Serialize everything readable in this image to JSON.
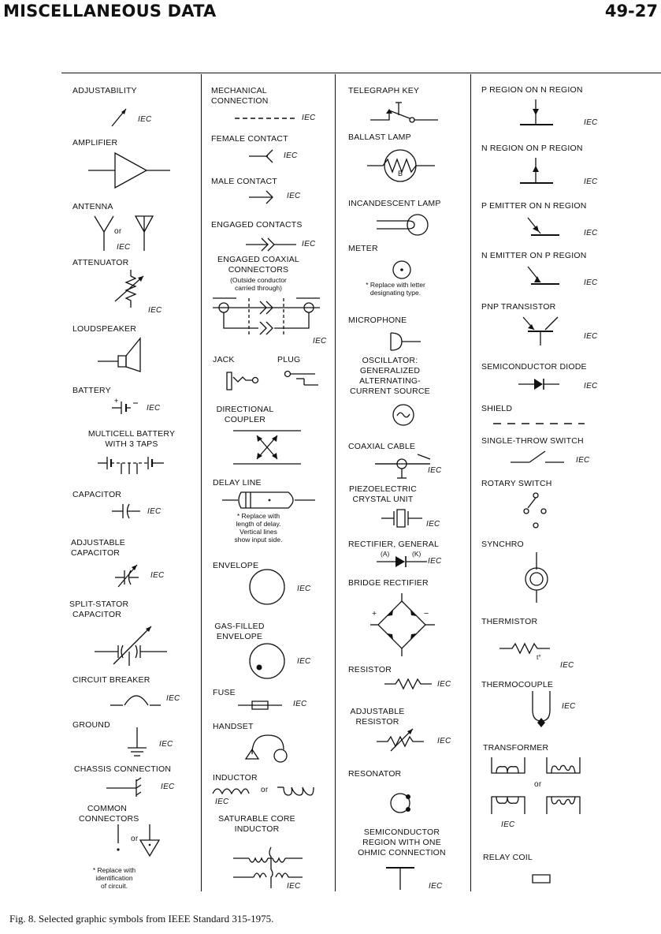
{
  "header": {
    "title": "MISCELLANEOUS DATA",
    "page": "49-27"
  },
  "caption": "Fig. 8. Selected graphic symbols from IEEE Standard 315-1975.",
  "iec": "IEC",
  "or": "or",
  "col1": {
    "adjustability": "ADJUSTABILITY",
    "amplifier": "AMPLIFIER",
    "antenna": "ANTENNA",
    "attenuator": "ATTENUATOR",
    "loudspeaker": "LOUDSPEAKER",
    "battery": "BATTERY",
    "multicell": "MULTICELL BATTERY\nWITH 3 TAPS",
    "capacitor": "CAPACITOR",
    "adj_capacitor": "ADJUSTABLE\nCAPACITOR",
    "split_stator": "SPLIT-STATOR\nCAPACITOR",
    "breaker": "CIRCUIT BREAKER",
    "ground": "GROUND",
    "chassis": "CHASSIS CONNECTION",
    "common": "COMMON\nCONNECTORS",
    "common_note": "* Replace with\nidentification\nof circuit."
  },
  "col2": {
    "mechanical": "MECHANICAL\nCONNECTION",
    "female": "FEMALE CONTACT",
    "male": "MALE CONTACT",
    "engaged": "ENGAGED CONTACTS",
    "coax": "ENGAGED COAXIAL\nCONNECTORS",
    "coax_note": "(Outside conductor\ncarried through)",
    "jack": "JACK",
    "plug": "PLUG",
    "directional": "DIRECTIONAL\nCOUPLER",
    "delay": "DELAY LINE",
    "delay_note": "* Replace with\nlength of delay.\nVertical lines\nshow input side.",
    "envelope": "ENVELOPE",
    "gas": "GAS-FILLED\nENVELOPE",
    "fuse": "FUSE",
    "handset": "HANDSET",
    "inductor": "INDUCTOR",
    "saturable": "SATURABLE CORE\nINDUCTOR"
  },
  "col3": {
    "telegraph": "TELEGRAPH KEY",
    "ballast": "BALLAST LAMP",
    "ballast_b": "B",
    "incandescent": "INCANDESCENT LAMP",
    "meter": "METER",
    "meter_note": "* Replace with letter\ndesignating type.",
    "microphone": "MICROPHONE",
    "oscillator": "OSCILLATOR:\nGENERALIZED\nALTERNATING-\nCURRENT SOURCE",
    "coaxial": "COAXIAL CABLE",
    "piezo": "PIEZOELECTRIC\nCRYSTAL UNIT",
    "rectifier": "RECTIFIER, GENERAL",
    "rect_a": "(A)",
    "rect_k": "(K)",
    "bridge": "BRIDGE RECTIFIER",
    "plus": "+",
    "minus": "−",
    "resistor": "RESISTOR",
    "adj_resistor": "ADJUSTABLE\nRESISTOR",
    "resonator": "RESONATOR",
    "semiconductor": "SEMICONDUCTOR\nREGION WITH ONE\nOHMIC CONNECTION"
  },
  "col4": {
    "p_on_n": "P REGION ON N REGION",
    "n_on_p": "N REGION ON P REGION",
    "p_emitter": "P EMITTER ON N REGION",
    "n_emitter": "N EMITTER ON P REGION",
    "pnp": "PNP TRANSISTOR",
    "diode": "SEMICONDUCTOR DIODE",
    "shield": "SHIELD",
    "switch": "SINGLE-THROW SWITCH",
    "rotary": "ROTARY SWITCH",
    "synchro": "SYNCHRO",
    "thermistor": "THERMISTOR",
    "thermistor_t": "t°",
    "thermocouple": "THERMOCOUPLE",
    "transformer": "TRANSFORMER",
    "relay": "RELAY COIL"
  }
}
